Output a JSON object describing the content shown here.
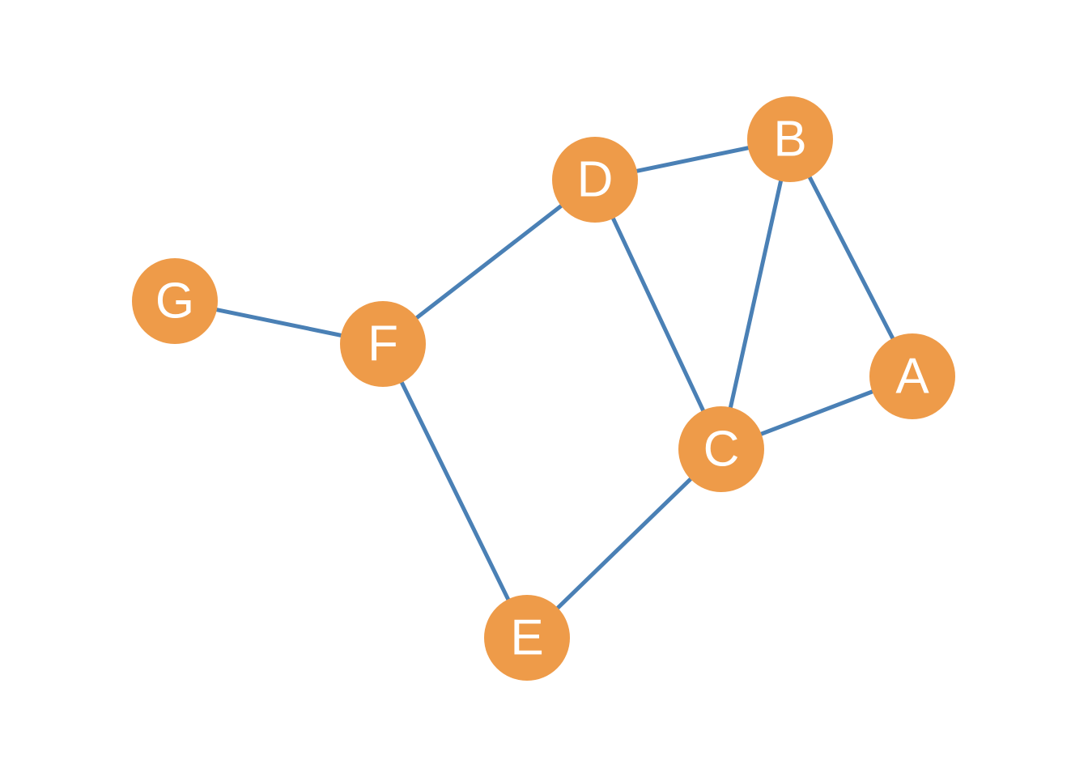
{
  "colors": {
    "node_fill": "#ee9b49",
    "node_label": "#ffffff",
    "edge": "#4a80b5",
    "background": "#ffffff"
  },
  "nodes": [
    {
      "id": "A",
      "label": "A"
    },
    {
      "id": "B",
      "label": "B"
    },
    {
      "id": "C",
      "label": "C"
    },
    {
      "id": "D",
      "label": "D"
    },
    {
      "id": "E",
      "label": "E"
    },
    {
      "id": "F",
      "label": "F"
    },
    {
      "id": "G",
      "label": "G"
    }
  ],
  "edges": [
    {
      "source": "D",
      "target": "B"
    },
    {
      "source": "B",
      "target": "A"
    },
    {
      "source": "B",
      "target": "C"
    },
    {
      "source": "D",
      "target": "C"
    },
    {
      "source": "D",
      "target": "F"
    },
    {
      "source": "G",
      "target": "F"
    },
    {
      "source": "F",
      "target": "E"
    },
    {
      "source": "E",
      "target": "C"
    },
    {
      "source": "C",
      "target": "A"
    }
  ]
}
